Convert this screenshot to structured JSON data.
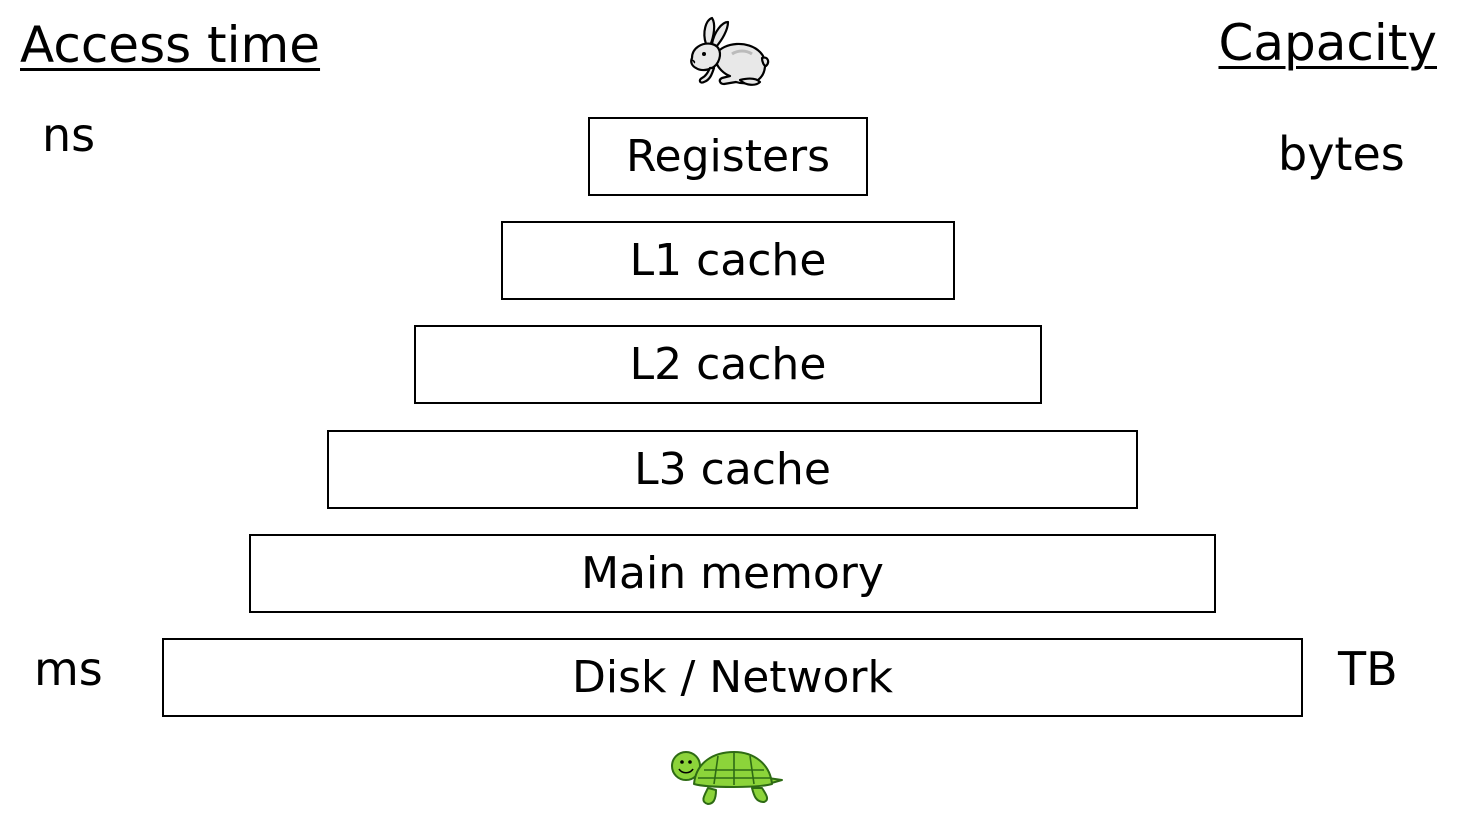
{
  "headings": {
    "access_time": "Access time",
    "capacity": "Capacity"
  },
  "access_time": {
    "fast": "ns",
    "slow": "ms"
  },
  "capacity": {
    "small": "bytes",
    "large": "TB"
  },
  "levels": [
    {
      "label": "Registers"
    },
    {
      "label": "L1 cache"
    },
    {
      "label": "L2 cache"
    },
    {
      "label": "L3 cache"
    },
    {
      "label": "Main memory"
    },
    {
      "label": "Disk / Network"
    }
  ],
  "icons": {
    "top": "rabbit-icon",
    "bottom": "turtle-icon"
  },
  "colors": {
    "turtle_green": "#8cd43a",
    "turtle_outline": "#2e6b14",
    "rabbit_fill": "#e8e8e8"
  }
}
